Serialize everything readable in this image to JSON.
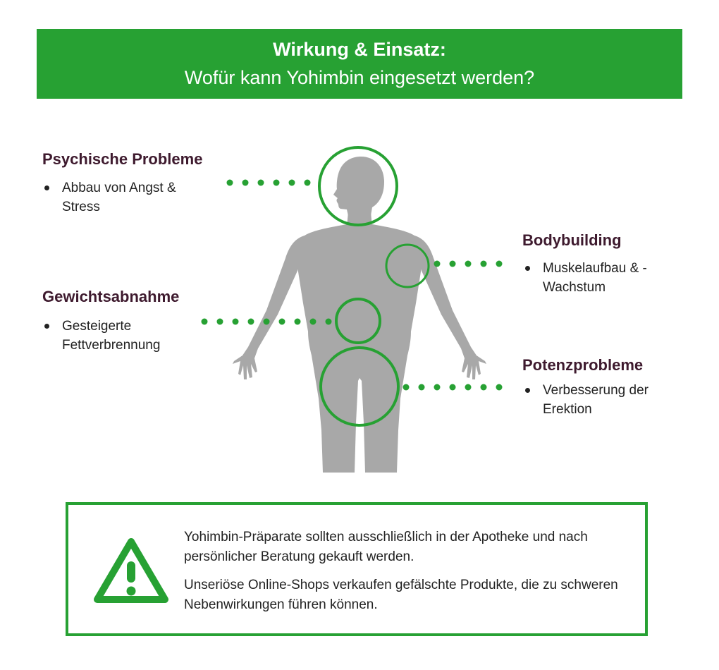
{
  "header": {
    "title": "Wirkung & Einsatz:",
    "subtitle": "Wofür kann Yohimbin eingesetzt werden?"
  },
  "colors": {
    "accent": "#27a133",
    "body": "#a8a8a8",
    "heading": "#3e1a2e"
  },
  "categories": [
    {
      "title": "Psychische Probleme",
      "items": [
        "Abbau von Angst & Stress"
      ]
    },
    {
      "title": "Gewichtsabnahme",
      "items": [
        "Gesteigerte Fettverbrennung"
      ]
    },
    {
      "title": "Bodybuilding",
      "items": [
        "Muskelaufbau & -Wachstum"
      ]
    },
    {
      "title": "Potenzprobleme",
      "items": [
        "Verbesserung der Erektion"
      ]
    }
  ],
  "warning": {
    "icon": "warning-triangle-icon",
    "line1": "Yohimbin-Präparate sollten ausschließlich in der Apotheke und nach persönlicher Beratung gekauft werden.",
    "line2": "Unseriöse Online-Shops verkaufen gefälschte Produkte, die zu schweren Nebenwirkungen führen können."
  }
}
